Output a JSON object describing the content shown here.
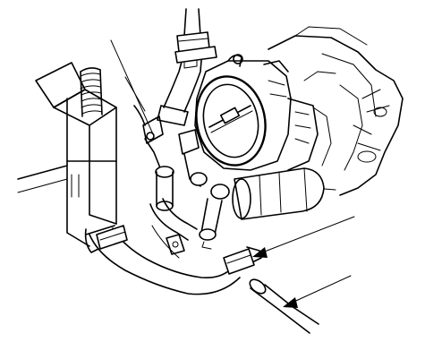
{
  "figure": {
    "colors": {
      "line": "#000000",
      "background": "#ffffff"
    },
    "callouts": [
      {
        "id": "callout-upper",
        "target": "hose-clamp",
        "style": "arrow"
      },
      {
        "id": "callout-lower",
        "target": "hose-end",
        "style": "arrow"
      }
    ]
  }
}
